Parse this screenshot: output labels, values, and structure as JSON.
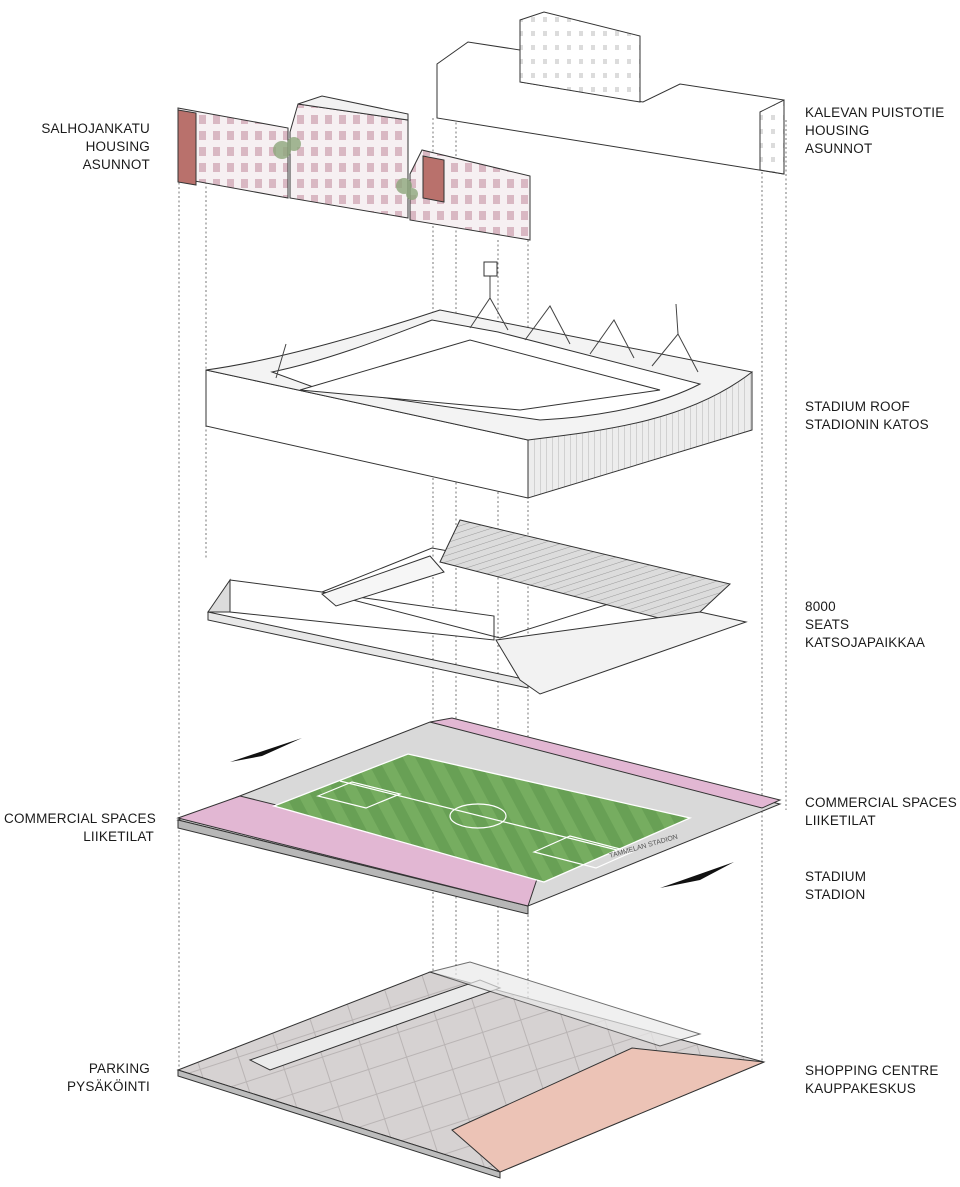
{
  "labels": {
    "salhojankatu": {
      "line1": "SALHOJANKATU",
      "line2": "HOUSING",
      "line3": "ASUNNOT"
    },
    "kalevan": {
      "line1": "KALEVAN PUISTOTIE",
      "line2": "HOUSING",
      "line3": "ASUNNOT"
    },
    "roof": {
      "line1": "STADIUM ROOF",
      "line2": "STADIONIN KATOS"
    },
    "seats": {
      "line1": "8000",
      "line2": "SEATS",
      "line3": "KATSOJAPAIKKAA"
    },
    "commercial_left": {
      "line1": "COMMERCIAL SPACES",
      "line2": "LIIKETILAT"
    },
    "commercial_right": {
      "line1": "COMMERCIAL SPACES",
      "line2": "LIIKETILAT"
    },
    "stadium": {
      "line1": "STADIUM",
      "line2": "STADION"
    },
    "parking": {
      "line1": "PARKING",
      "line2": "PYSÄKÖINTI"
    },
    "shopping": {
      "line1": "SHOPPING CENTRE",
      "line2": "KAUPPAKESKUS"
    },
    "stadium_sign": "TAMMELAN STADION"
  },
  "colors": {
    "pitch": "#6fa65a",
    "pitch_dark": "#5f9550",
    "commercial": "#e2b7d3",
    "shopping": "#ecc3b6",
    "grey_light": "#e3e3e3",
    "grey_mid": "#c9c9c9",
    "line": "#2a2a2a"
  }
}
